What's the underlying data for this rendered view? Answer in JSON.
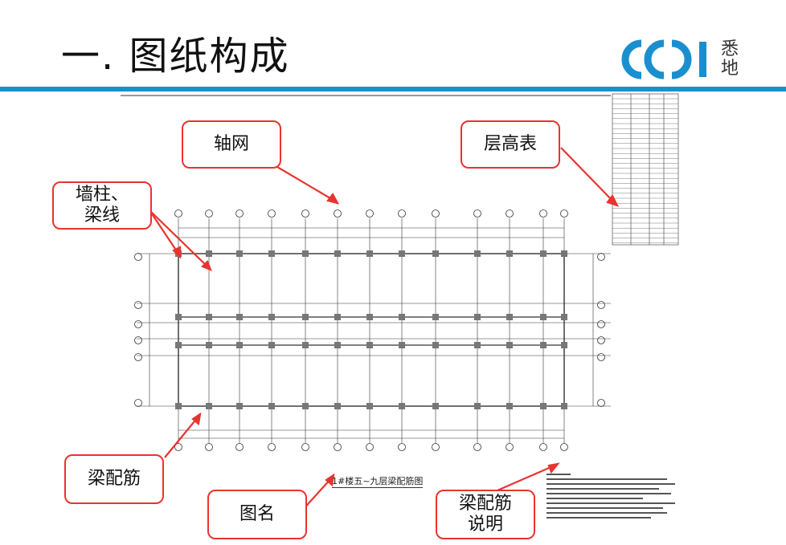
{
  "title": "一.  图纸构成",
  "logo": {
    "text": "悉\n地",
    "accent": "#1a8fd0"
  },
  "band_color": "#1a8fd0",
  "callout_color": "#e8342e",
  "callouts": {
    "grid": "轴网",
    "floor_height": "层高表",
    "wall_column": "墙柱、\n梁线",
    "beam_rebar": "梁配筋",
    "drawing_name": "图名",
    "rebar_notes": "梁配筋\n说明"
  },
  "figure_name": "1#楼五~九层梁配筋图"
}
